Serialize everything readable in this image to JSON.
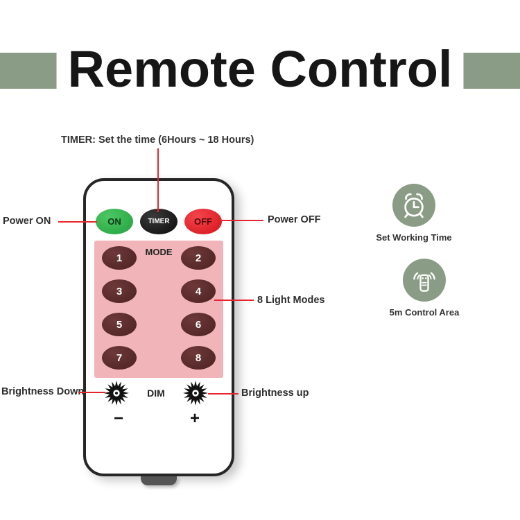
{
  "title": "Remote Control",
  "annotations": {
    "timer_note": "TIMER: Set the time (6Hours ~ 18 Hours)",
    "power_on": "Power ON",
    "power_off": "Power OFF",
    "light_modes": "8 Light Modes",
    "brightness_down": "Brightness Down",
    "brightness_up": "Brightness up"
  },
  "remote": {
    "buttons": {
      "on": "ON",
      "timer": "TIMER",
      "off": "OFF"
    },
    "mode_label": "MODE",
    "mode_buttons": [
      "1",
      "2",
      "3",
      "4",
      "5",
      "6",
      "7",
      "8"
    ],
    "dim_label": "DIM",
    "minus": "−",
    "plus": "+"
  },
  "features": [
    {
      "icon": "alarm-clock-icon",
      "label": "Set Working Time"
    },
    {
      "icon": "remote-signal-icon",
      "label": "5m Control Area"
    }
  ],
  "colors": {
    "band_green": "#8a9c85",
    "panel_pink": "#f0b4b9",
    "mode_button_maroon": "#5a2b2b",
    "on_green": "#2fae4a",
    "off_red": "#e02028",
    "timer_black": "#141414",
    "callout_red": "#e8252c"
  }
}
